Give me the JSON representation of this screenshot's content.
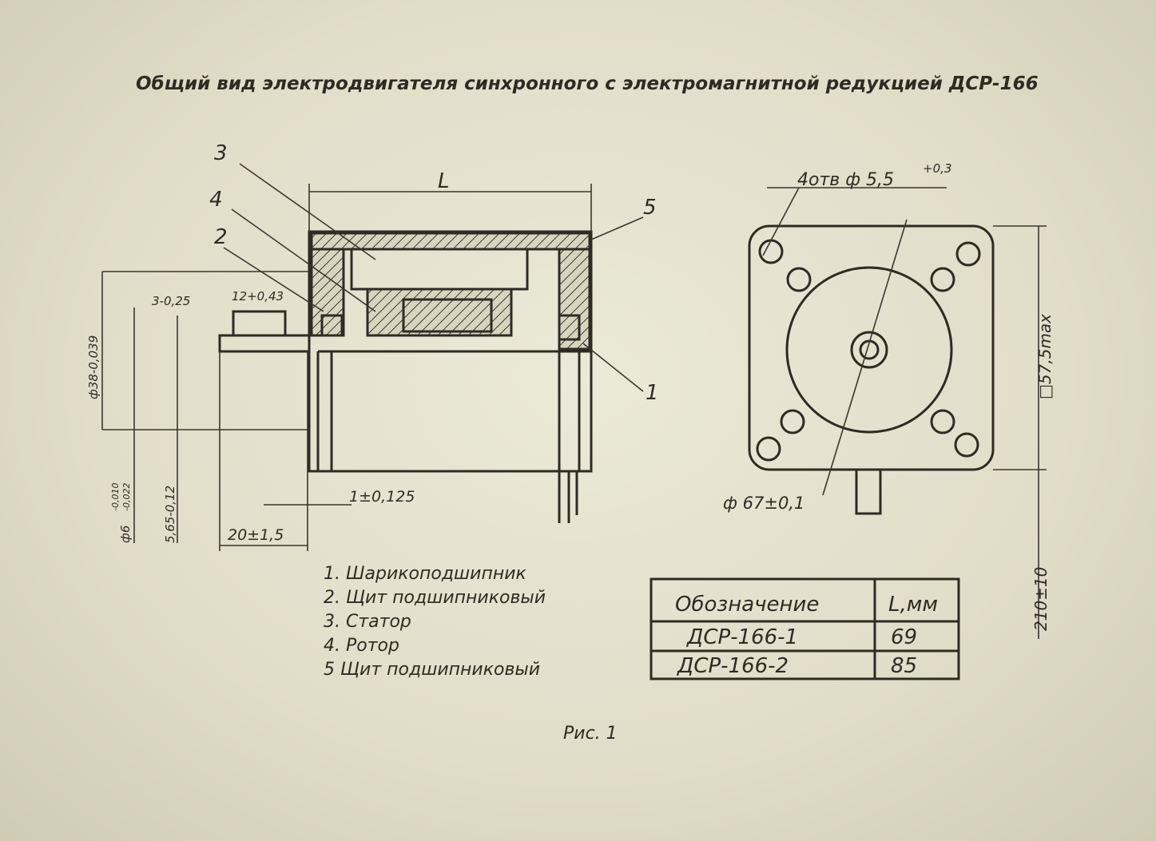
{
  "title": "Общий вид электродвигателя синхронного с электромагнитной редукцией ДСР-166",
  "part_labels": [
    "1",
    "2",
    "3",
    "4",
    "5"
  ],
  "side_view": {
    "length_label": "L",
    "dia_body": "ф38-0,039",
    "groove_width": "3-0,25",
    "key_length": "12+0,43",
    "shaft_dia": "ф6",
    "shaft_dia_tol_upper": "-0,010",
    "shaft_dia_tol_lower": "-0,022",
    "flat": "5,65-0,12",
    "shaft_length": "20±1,5",
    "flange_gap": "1±0,125"
  },
  "front_view": {
    "holes": "4отв ф 5,5",
    "holes_tol": "+0,3",
    "pitch_dia": "ф 67±0,1",
    "square": "□57,5max",
    "lead_length": "210±10"
  },
  "legend": [
    "1. Шарикоподшипник",
    "2. Щит подшипниковый",
    "3. Статор",
    "4. Ротор",
    "5 Щит подшипниковый"
  ],
  "table": {
    "headers": [
      "Обозначение",
      "L,мм"
    ],
    "rows": [
      [
        "ДСР-166-1",
        "69"
      ],
      [
        "ДСР-166-2",
        "85"
      ]
    ]
  },
  "figure_caption": "Рис. 1"
}
